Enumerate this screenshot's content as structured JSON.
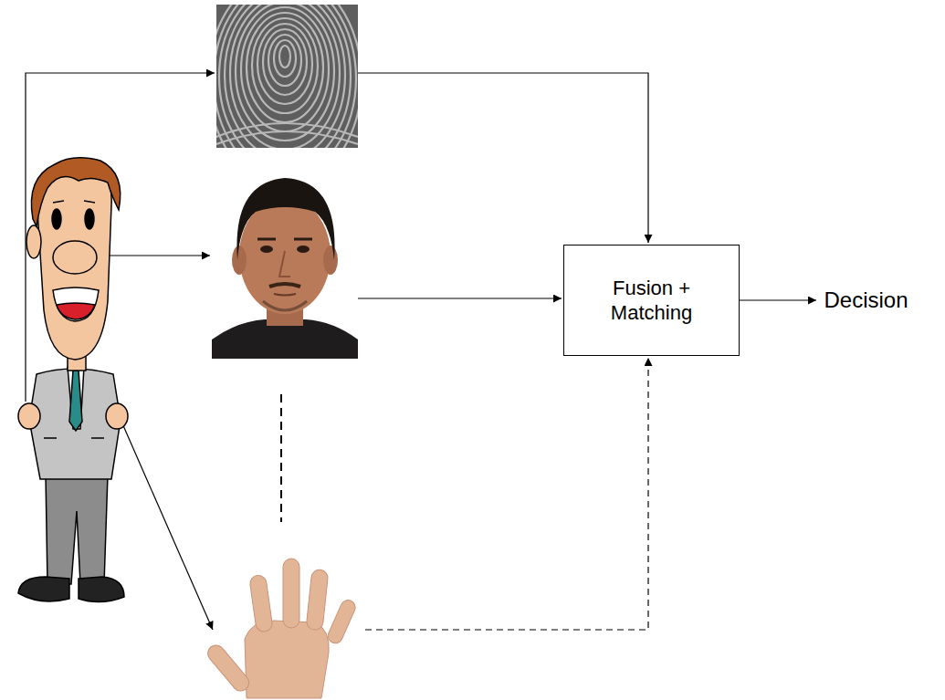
{
  "diagram": {
    "nodes": [
      {
        "text": [
          "Fusion + Matching"
        ]
      },
      {
        "text": [
          "Decision"
        ]
      }
    ],
    "edges": [
      {
        "from": 0,
        "to": 1,
        "arrow": "to"
      }
    ]
  }
}
